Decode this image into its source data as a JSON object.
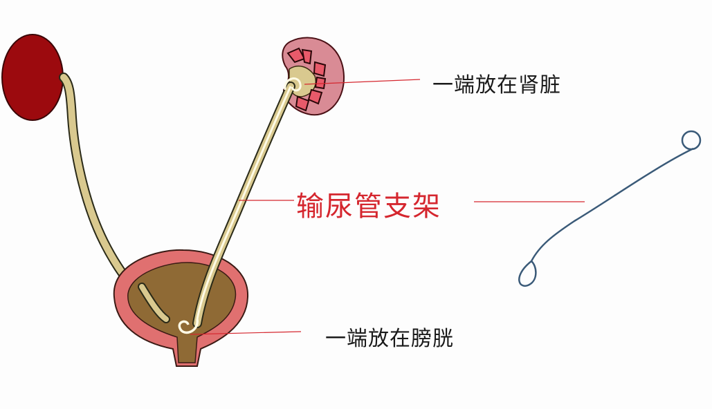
{
  "diagram": {
    "title": "输尿管支架",
    "labels": {
      "kidney_end": "一端放在肾脏",
      "stent": "输尿管支架",
      "bladder_end": "一端放在膀胱"
    },
    "parts": [
      "left-kidney",
      "right-kidney",
      "left-ureter",
      "right-ureter-with-stent",
      "bladder",
      "urethra",
      "standalone-stent"
    ],
    "colors": {
      "left_kidney": "#9c0a0e",
      "right_kidney": "#d98b95",
      "calyx": "#e85a6a",
      "ureter": "#d9c98f",
      "bladder_wall": "#e07070",
      "bladder_interior": "#8f6a35",
      "stent_line": "#fffbe6",
      "pointer_line": "#d5262e",
      "stent_wire": "#3a5a78"
    }
  }
}
